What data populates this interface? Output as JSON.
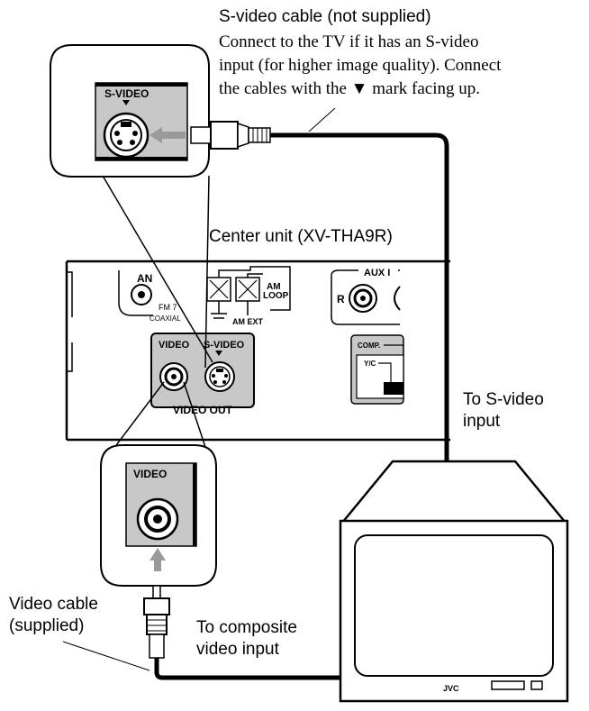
{
  "svideo_callout": {
    "title": "S-video cable (not supplied)",
    "line1": "Connect to the TV if it has an S-video",
    "line2": "input (for higher image quality). Connect",
    "line3": "the cables with the ▼ mark facing up."
  },
  "center_unit_label": "Center unit (XV-THA9R)",
  "to_svideo_line1": "To S-video",
  "to_svideo_line2": "input",
  "video_cable_line1": "Video cable",
  "video_cable_line2": "(supplied)",
  "to_composite_line1": "To composite",
  "to_composite_line2": "video input",
  "panel": {
    "svideo_zoom_label": "S-VIDEO",
    "video_zoom_label": "VIDEO",
    "video_jack_label": "VIDEO",
    "svideo_jack_label": "S-VIDEO",
    "video_out_label": "VIDEO OUT",
    "antenna_label": "AN",
    "fm_label": "FM 7",
    "coaxial_label": "COAXIAL",
    "am_loop_line1": "AM",
    "am_loop_line2": "LOOP",
    "am_ext_label": "AM EXT",
    "aux_label": "AUX I",
    "aux_r_label": "R",
    "comp_label": "COMP.",
    "yc_label": "Y/C"
  },
  "tv_brand": "JVC",
  "colors": {
    "cable": "#000000",
    "panel_gray": "#c8c8c8",
    "arrow_gray": "#9a9a9a"
  }
}
